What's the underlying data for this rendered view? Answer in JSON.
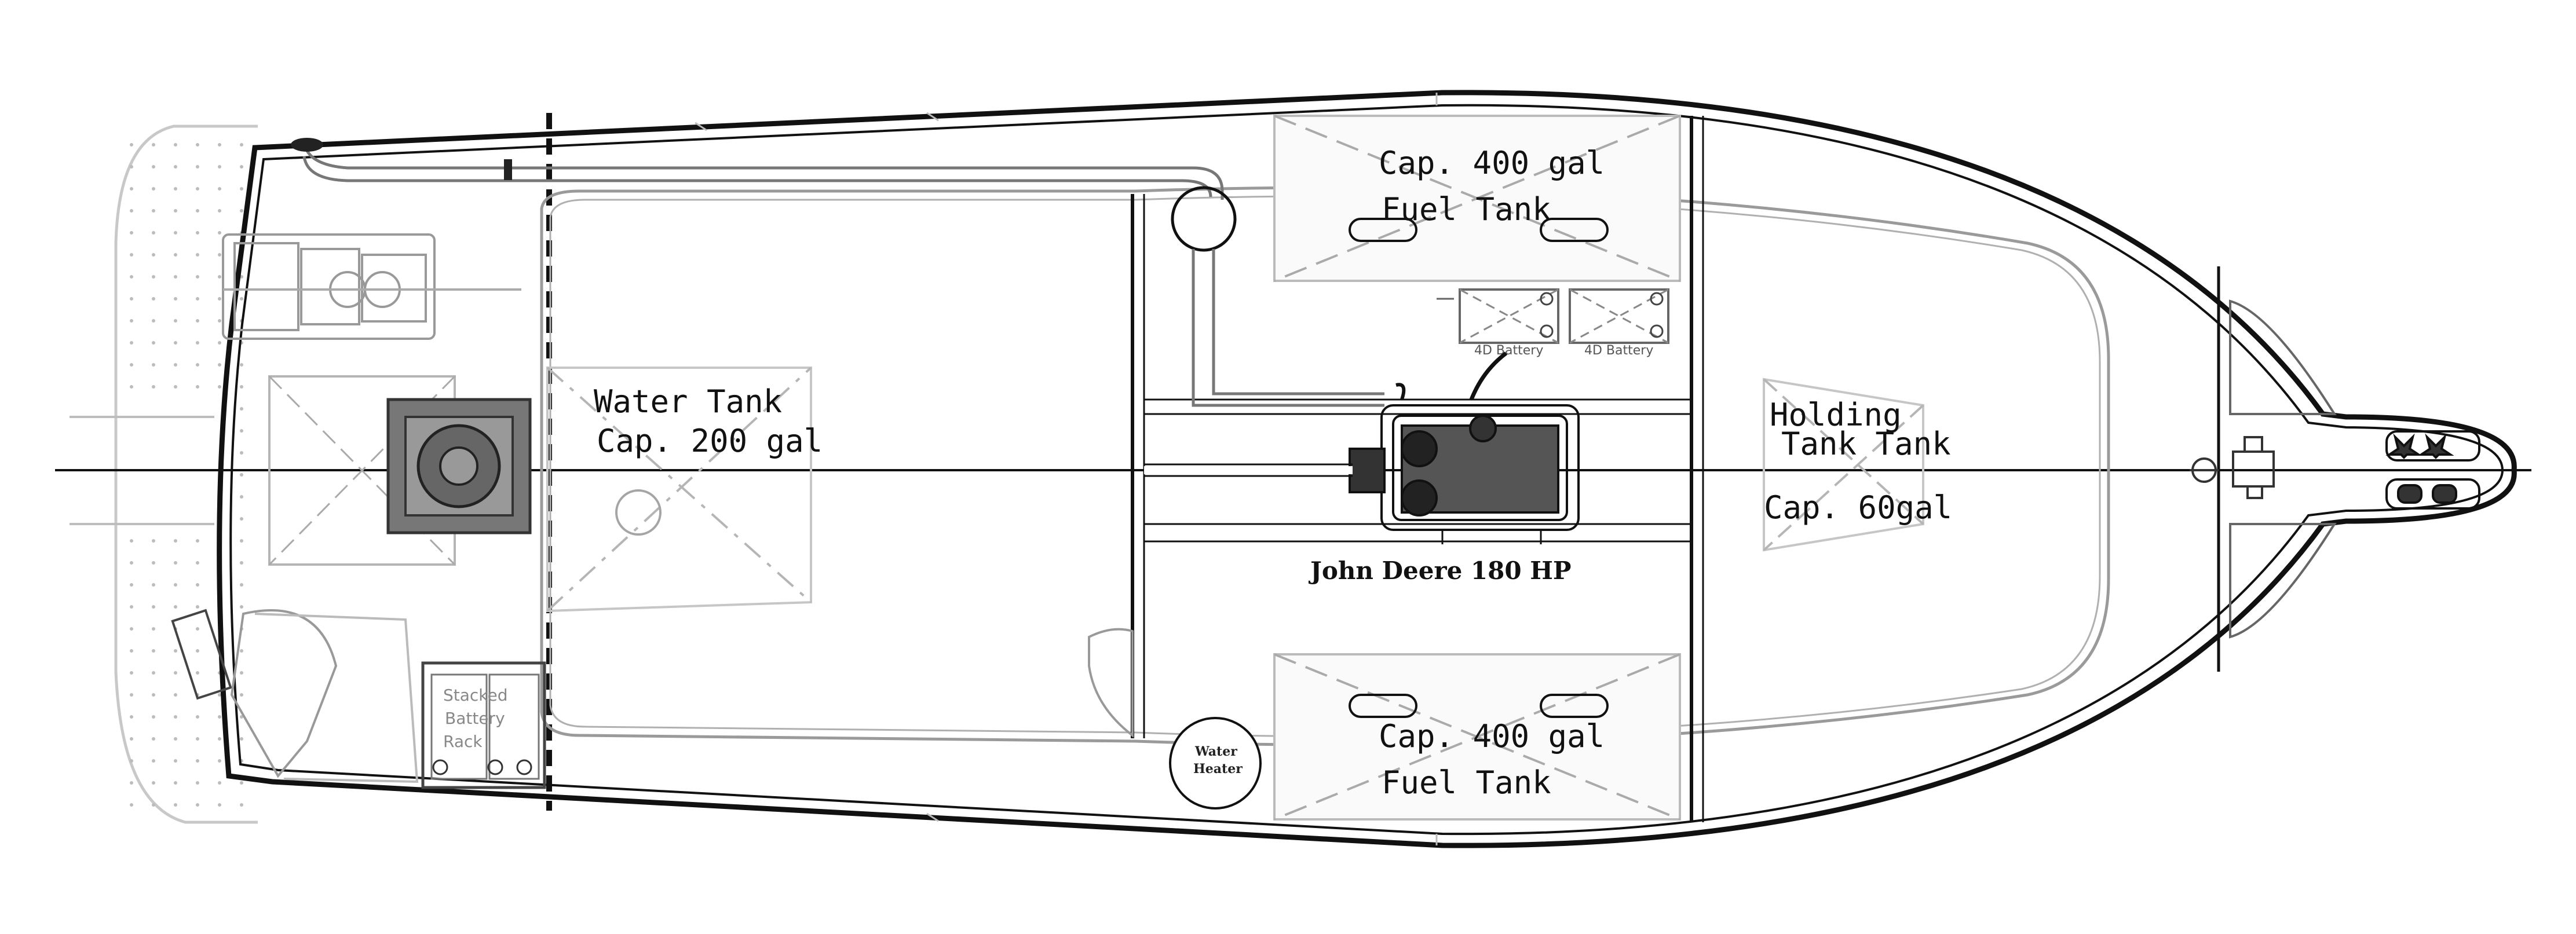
{
  "labels": {
    "fuel_tank_top_cap": "Cap. 400 gal",
    "fuel_tank_top_name": "Fuel Tank",
    "fuel_tank_bottom_cap": "Cap. 400 gal",
    "fuel_tank_bottom_name": "Fuel Tank",
    "water_tank_name": "Water Tank",
    "water_tank_cap": "Cap. 200 gal",
    "holding_tank_line1": "Holding",
    "holding_tank_line2": "Tank Tank",
    "holding_tank_cap": "Cap. 60gal",
    "engine": "John Deere 180 HP",
    "battery_left": "4D Battery",
    "battery_right": "4D Battery",
    "water_heater_line1": "Water",
    "water_heater_line2": "Heater",
    "battery_rack_line1": "Stacked",
    "battery_rack_line2": "Battery",
    "battery_rack_line3": "Rack"
  },
  "colors": {
    "hull_line": "#111111",
    "light_line": "#b5b5b5",
    "mid_line": "#808080",
    "tank_fill": "#f8f8f8"
  }
}
